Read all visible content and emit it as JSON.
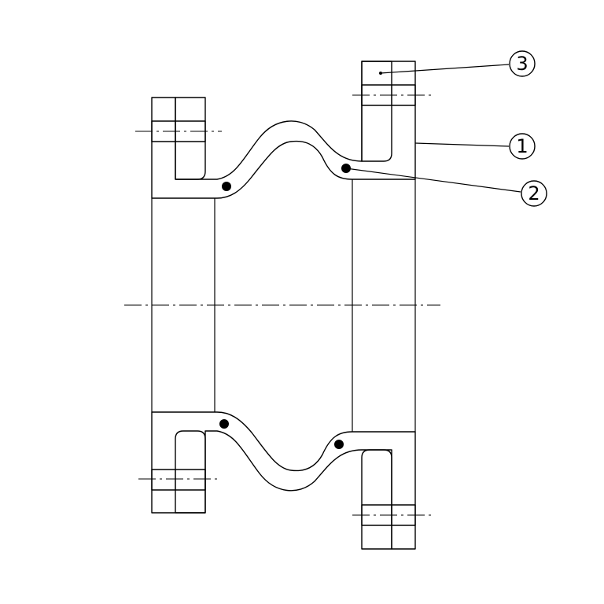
{
  "drawing": {
    "type": "rubber expansion joint cross-section",
    "callouts": [
      {
        "id": "callout-1",
        "label": "1"
      },
      {
        "id": "callout-2",
        "label": "2"
      },
      {
        "id": "callout-3",
        "label": "3"
      }
    ],
    "colors": {
      "line": "#000000",
      "background": "#ffffff"
    }
  }
}
